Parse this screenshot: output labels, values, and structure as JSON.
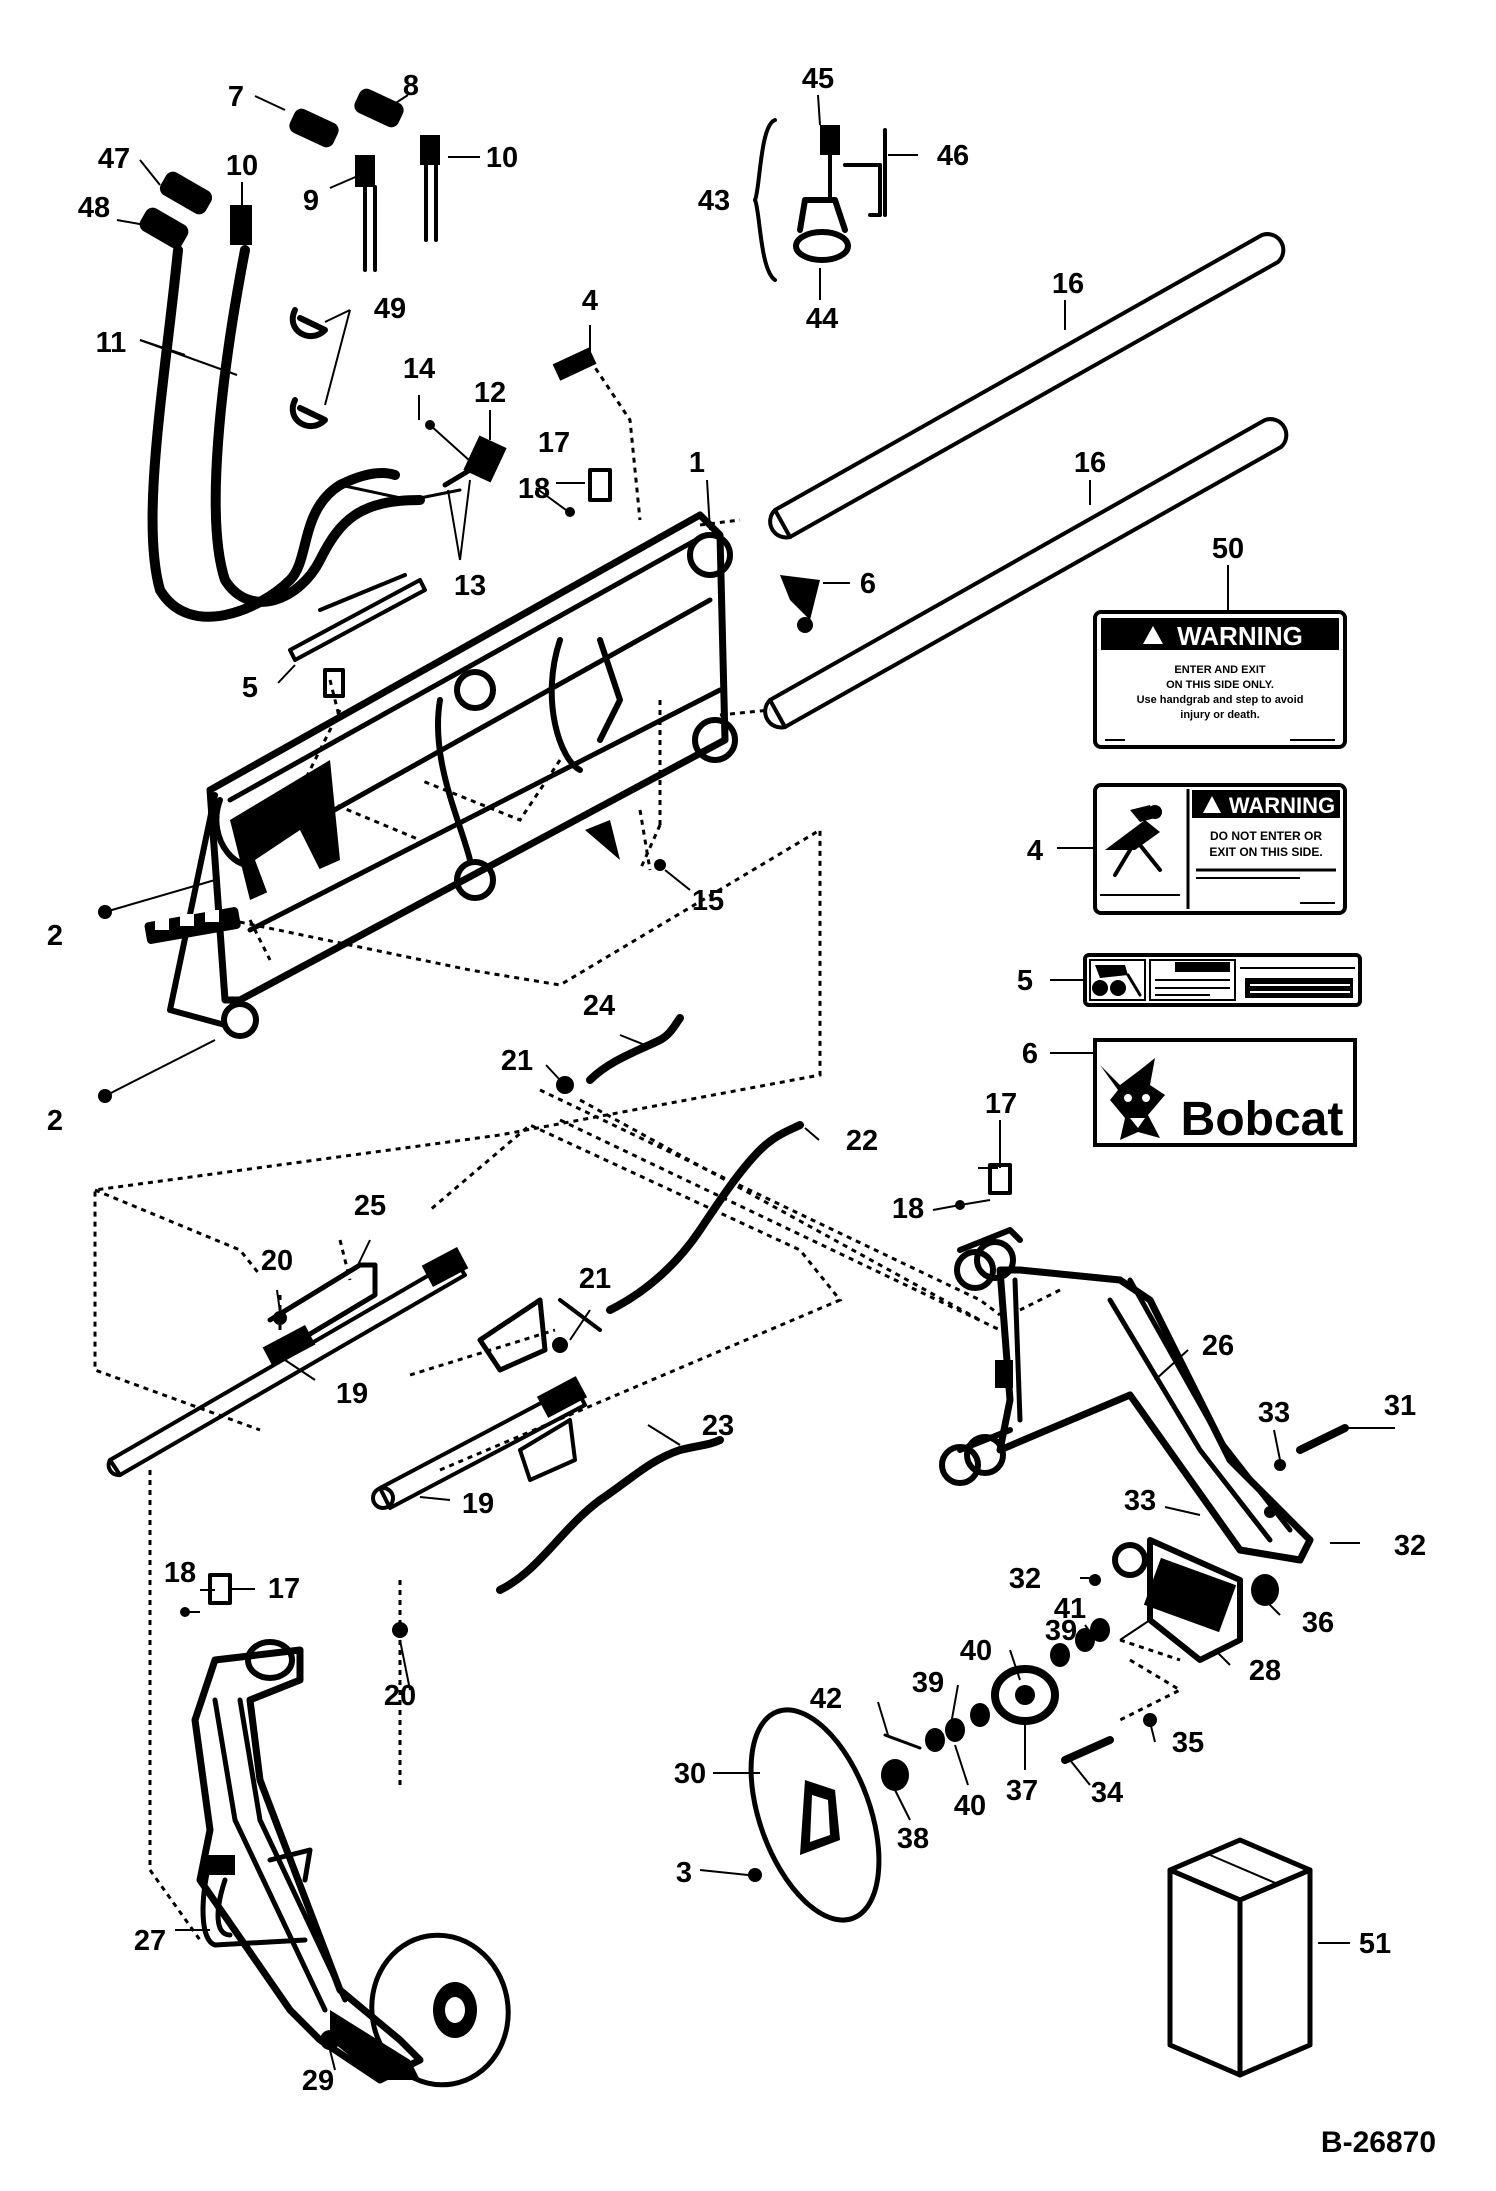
{
  "callouts": {
    "c1": "1",
    "c2a": "2",
    "c2b": "2",
    "c3": "3",
    "c4a": "4",
    "c4b": "4",
    "c5a": "5",
    "c5b": "5",
    "c6a": "6",
    "c6b": "6",
    "c7": "7",
    "c8": "8",
    "c9": "9",
    "c10a": "10",
    "c10b": "10",
    "c11": "11",
    "c12": "12",
    "c13": "13",
    "c14": "14",
    "c15": "15",
    "c16a": "16",
    "c16b": "16",
    "c17a": "17",
    "c17b": "17",
    "c17c": "17",
    "c18a": "18",
    "c18b": "18",
    "c18c": "18",
    "c19a": "19",
    "c19b": "19",
    "c20a": "20",
    "c20b": "20",
    "c21a": "21",
    "c21b": "21",
    "c22": "22",
    "c23": "23",
    "c24": "24",
    "c25": "25",
    "c26": "26",
    "c27": "27",
    "c28": "28",
    "c29": "29",
    "c30": "30",
    "c31": "31",
    "c32a": "32",
    "c32b": "32",
    "c33a": "33",
    "c33b": "33",
    "c34": "34",
    "c35": "35",
    "c36": "36",
    "c37": "37",
    "c38": "38",
    "c39a": "39",
    "c39b": "39",
    "c40a": "40",
    "c40b": "40",
    "c41": "41",
    "c42": "42",
    "c43": "43",
    "c44": "44",
    "c45": "45",
    "c46": "46",
    "c47": "47",
    "c48": "48",
    "c49": "49",
    "c50": "50",
    "c51": "51"
  },
  "decals": {
    "warning50": {
      "header": "WARNING",
      "line1": "ENTER AND EXIT",
      "line2": "ON THIS SIDE ONLY.",
      "line3": "Use handgrab and step to avoid",
      "line4": "injury or death."
    },
    "warning4": {
      "header": "WARNING",
      "line1": "DO NOT ENTER OR",
      "line2": "EXIT ON THIS SIDE."
    },
    "logo6": {
      "brand": "Bobcat"
    }
  },
  "reference": "B-26870",
  "colors": {
    "ink": "#000000",
    "paper": "#ffffff"
  }
}
